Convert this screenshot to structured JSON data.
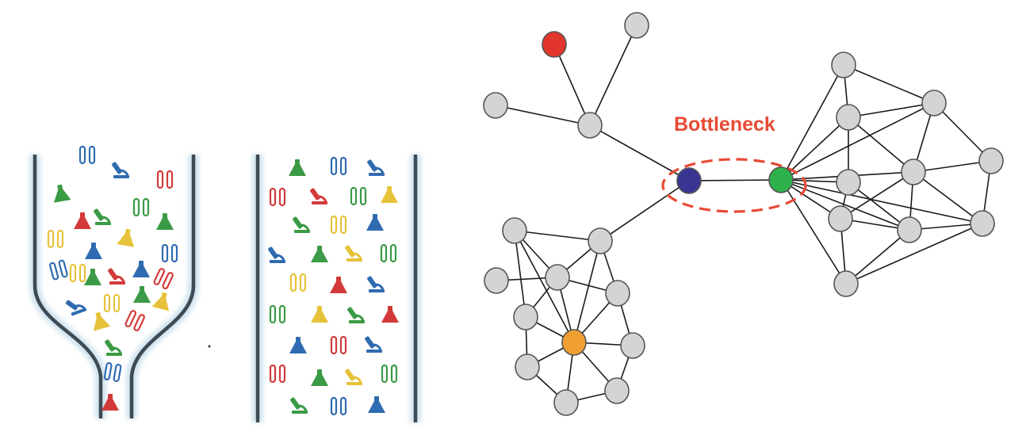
{
  "colors": {
    "node_default": "#d4d4d4",
    "node_red": "#e2352b",
    "node_blue": "#3a3592",
    "node_green": "#2db24b",
    "node_orange": "#f0a032",
    "bottleneck": "#e84a34",
    "edge": "#1a1a1a",
    "item_green": "#3b9a45",
    "item_red": "#d23a3a",
    "item_blue": "#2f6bb0",
    "item_yellow": "#e6c23a",
    "container_wall": "#3e4a55",
    "container_glow": "#cfe3ee"
  },
  "diagram": {
    "bottleneck_label": "Bottleneck",
    "node_colors": {
      "red": "red-node",
      "blue": "blue-node",
      "green": "green-node",
      "orange": "orange-node"
    }
  },
  "icons": {
    "flask": "flask-icon",
    "microscope": "microscope-icon",
    "test_tubes": "test-tubes-icon"
  }
}
